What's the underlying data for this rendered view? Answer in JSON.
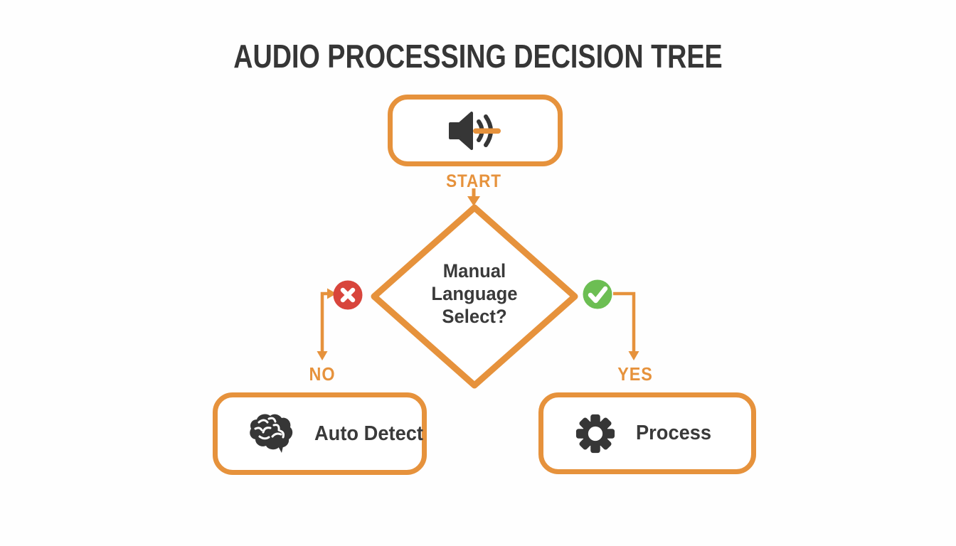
{
  "title": "AUDIO PROCESSING DECISION TREE",
  "colors": {
    "accent_orange": "#e6923c",
    "dark_charcoal": "#363636",
    "no_red": "#d8453c",
    "yes_green": "#6cbe53",
    "background": "#fefefe"
  },
  "nodes": {
    "start": {
      "label": "START",
      "icon": "speaker-audio-icon"
    },
    "decision": {
      "question": "Manual\nLanguage\nSelect?"
    },
    "no_branch": {
      "label": "NO",
      "badge_icon": "x-circle-icon",
      "result": "Auto Detect",
      "result_icon": "brain-icon"
    },
    "yes_branch": {
      "label": "YES",
      "badge_icon": "check-circle-icon",
      "result": "Process",
      "result_icon": "gear-icon"
    }
  }
}
